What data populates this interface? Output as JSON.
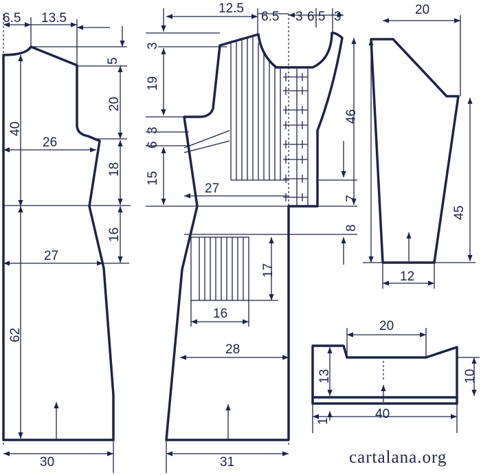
{
  "back": {
    "top_w1": "6.5",
    "top_w2": "13.5",
    "shoulder_drop": "5",
    "armhole_depth": "20",
    "height_upper": "40",
    "chest_width": "26",
    "waist_segment": "18",
    "hip_segment": "16",
    "hip_width": "27",
    "height_lower": "62",
    "bottom_width": "30"
  },
  "front": {
    "shoulder_w": "12.5",
    "neck_w": "6.5",
    "placket": "3",
    "neck_w2": "6.5",
    "edge": "3",
    "shoulder_drop": "3",
    "armhole": "19",
    "dart_a": "6",
    "dart_b": "3",
    "waist_seg": "15",
    "bodice_w": "27",
    "front_h": "46",
    "placket_h": "7",
    "waist_gap": "8",
    "pocket_h": "17",
    "pocket_w": "16",
    "skirt_w": "28",
    "bottom_w": "31"
  },
  "sleeve": {
    "top_w": "20",
    "length": "45",
    "cuff_w": "12"
  },
  "collar": {
    "top_w": "20",
    "height": "13",
    "side_h": "10",
    "band_h": "1",
    "bottom_w": "40"
  },
  "watermark": "cartalana.org",
  "colors": {
    "ink": "#1e2448",
    "paper": "#ffffff"
  }
}
